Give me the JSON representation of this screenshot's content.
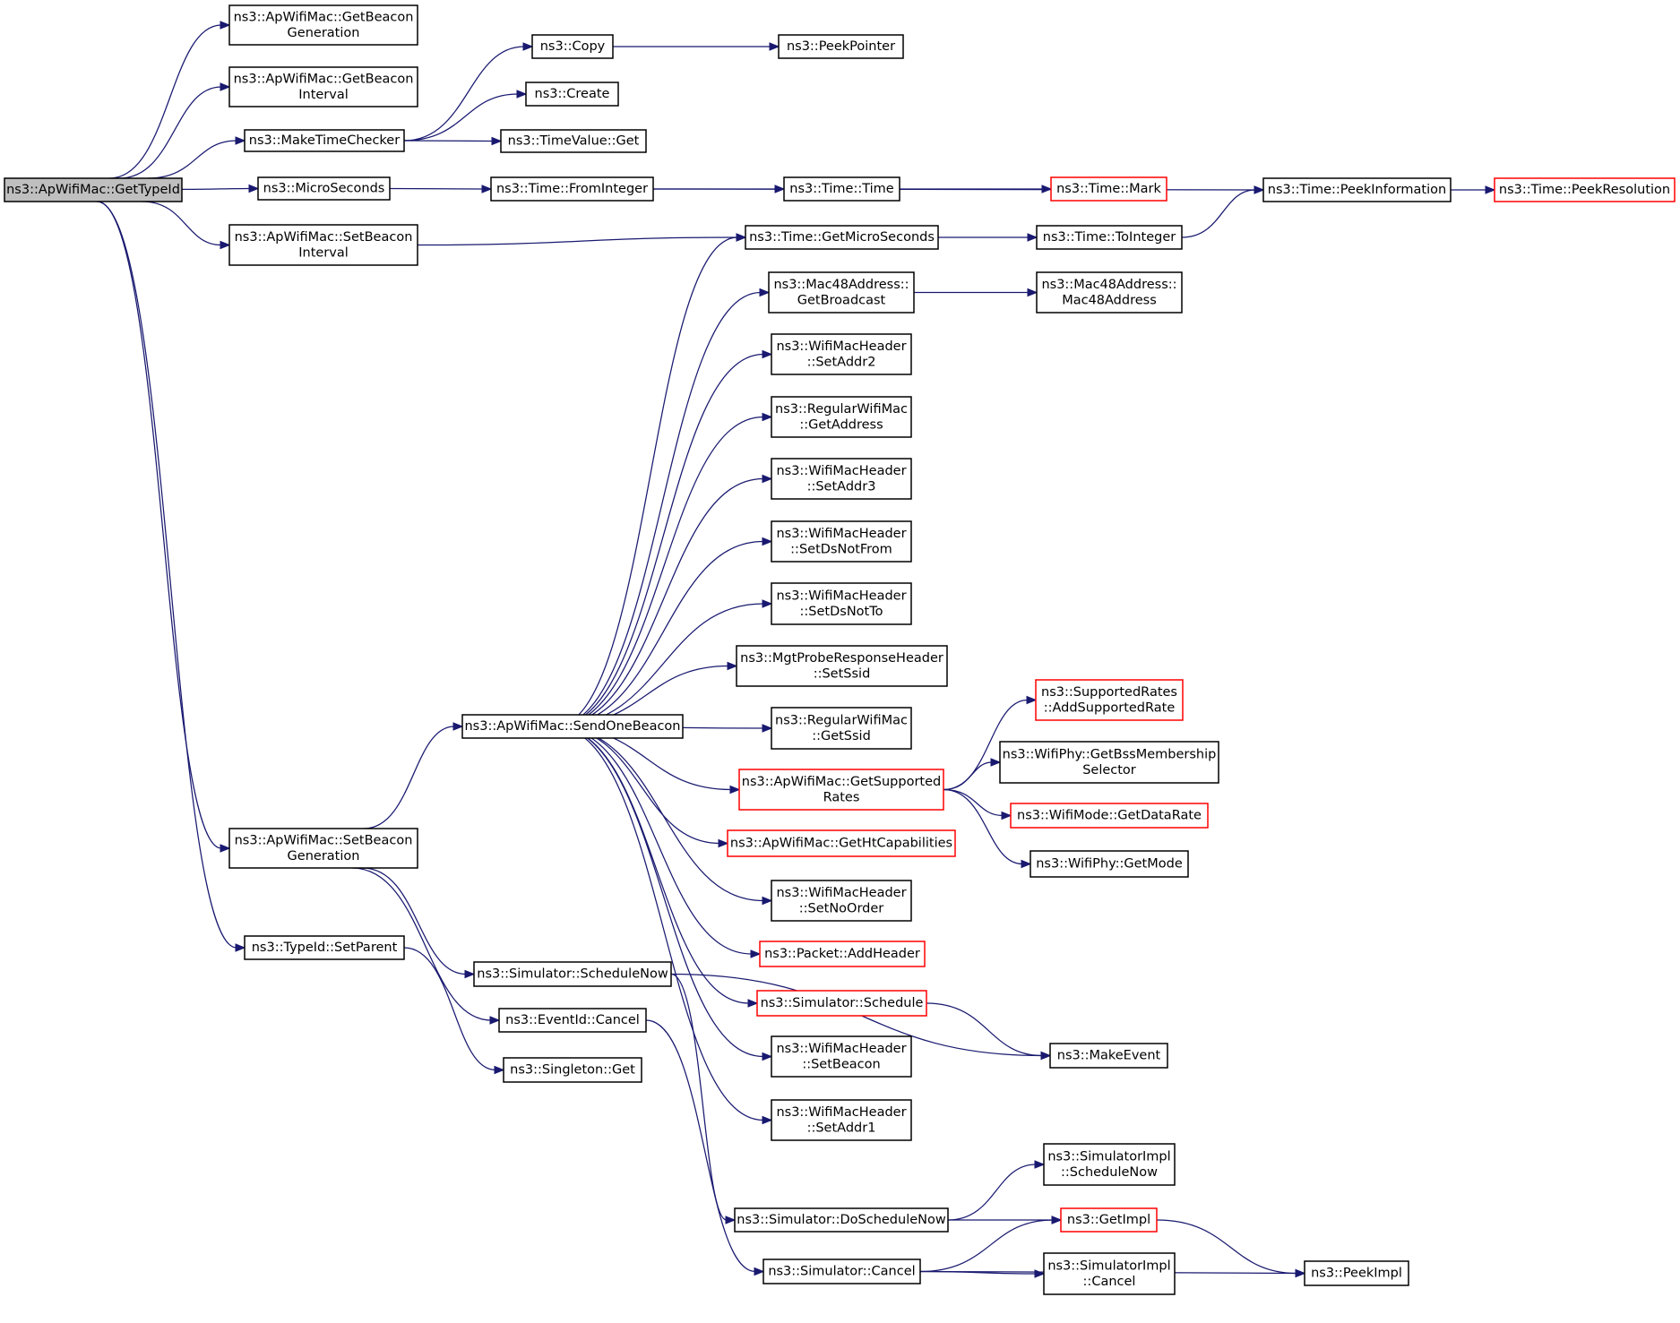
{
  "colors": {
    "edge": "#191970",
    "node_border": "#000000",
    "node_border_truncated": "#ff0000",
    "node_fill": "#ffffff",
    "root_fill": "#bfbfbf"
  },
  "nodes": [
    {
      "id": "root",
      "lines": [
        "ns3::ApWifiMac::GetTypeId"
      ],
      "style": "root"
    },
    {
      "id": "getBeaconGeneration",
      "lines": [
        "ns3::ApWifiMac::GetBeacon",
        "Generation"
      ],
      "style": "normal"
    },
    {
      "id": "getBeaconInterval",
      "lines": [
        "ns3::ApWifiMac::GetBeacon",
        "Interval"
      ],
      "style": "normal"
    },
    {
      "id": "makeTimeChecker",
      "lines": [
        "ns3::MakeTimeChecker"
      ],
      "style": "normal"
    },
    {
      "id": "microSeconds",
      "lines": [
        "ns3::MicroSeconds"
      ],
      "style": "normal"
    },
    {
      "id": "setBeaconInterval",
      "lines": [
        "ns3::ApWifiMac::SetBeacon",
        "Interval"
      ],
      "style": "normal"
    },
    {
      "id": "setBeaconGeneration",
      "lines": [
        "ns3::ApWifiMac::SetBeacon",
        "Generation"
      ],
      "style": "normal"
    },
    {
      "id": "setParent",
      "lines": [
        "ns3::TypeId::SetParent"
      ],
      "style": "normal"
    },
    {
      "id": "copy",
      "lines": [
        "ns3::Copy"
      ],
      "style": "normal"
    },
    {
      "id": "peekPointer",
      "lines": [
        "ns3::PeekPointer"
      ],
      "style": "normal"
    },
    {
      "id": "create",
      "lines": [
        "ns3::Create"
      ],
      "style": "normal"
    },
    {
      "id": "timeValueGet",
      "lines": [
        "ns3::TimeValue::Get"
      ],
      "style": "normal"
    },
    {
      "id": "fromInteger",
      "lines": [
        "ns3::Time::FromInteger"
      ],
      "style": "normal"
    },
    {
      "id": "timeTime",
      "lines": [
        "ns3::Time::Time"
      ],
      "style": "normal"
    },
    {
      "id": "timeMark",
      "lines": [
        "ns3::Time::Mark"
      ],
      "style": "truncated"
    },
    {
      "id": "peekInformation",
      "lines": [
        "ns3::Time::PeekInformation"
      ],
      "style": "normal"
    },
    {
      "id": "peekResolution",
      "lines": [
        "ns3::Time::PeekResolution"
      ],
      "style": "truncated"
    },
    {
      "id": "getMicroSeconds",
      "lines": [
        "ns3::Time::GetMicroSeconds"
      ],
      "style": "normal"
    },
    {
      "id": "toInteger",
      "lines": [
        "ns3::Time::ToInteger"
      ],
      "style": "normal"
    },
    {
      "id": "getBroadcast",
      "lines": [
        "ns3::Mac48Address::",
        "GetBroadcast"
      ],
      "style": "normal"
    },
    {
      "id": "mac48Address",
      "lines": [
        "ns3::Mac48Address::",
        "Mac48Address"
      ],
      "style": "normal"
    },
    {
      "id": "setAddr2",
      "lines": [
        "ns3::WifiMacHeader",
        "::SetAddr2"
      ],
      "style": "normal"
    },
    {
      "id": "regGetAddress",
      "lines": [
        "ns3::RegularWifiMac",
        "::GetAddress"
      ],
      "style": "normal"
    },
    {
      "id": "setAddr3",
      "lines": [
        "ns3::WifiMacHeader",
        "::SetAddr3"
      ],
      "style": "normal"
    },
    {
      "id": "setDsNotFrom",
      "lines": [
        "ns3::WifiMacHeader",
        "::SetDsNotFrom"
      ],
      "style": "normal"
    },
    {
      "id": "setDsNotTo",
      "lines": [
        "ns3::WifiMacHeader",
        "::SetDsNotTo"
      ],
      "style": "normal"
    },
    {
      "id": "setSsid",
      "lines": [
        "ns3::MgtProbeResponseHeader",
        "::SetSsid"
      ],
      "style": "normal"
    },
    {
      "id": "sendOneBeacon",
      "lines": [
        "ns3::ApWifiMac::SendOneBeacon"
      ],
      "style": "normal"
    },
    {
      "id": "regGetSsid",
      "lines": [
        "ns3::RegularWifiMac",
        "::GetSsid"
      ],
      "style": "normal"
    },
    {
      "id": "getSupportedRates",
      "lines": [
        "ns3::ApWifiMac::GetSupported",
        "Rates"
      ],
      "style": "truncated"
    },
    {
      "id": "addSupportedRate",
      "lines": [
        "ns3::SupportedRates",
        "::AddSupportedRate"
      ],
      "style": "truncated"
    },
    {
      "id": "getBssMembership",
      "lines": [
        "ns3::WifiPhy::GetBssMembership",
        "Selector"
      ],
      "style": "normal"
    },
    {
      "id": "getDataRate",
      "lines": [
        "ns3::WifiMode::GetDataRate"
      ],
      "style": "truncated"
    },
    {
      "id": "getMode",
      "lines": [
        "ns3::WifiPhy::GetMode"
      ],
      "style": "normal"
    },
    {
      "id": "getHtCapabilities",
      "lines": [
        "ns3::ApWifiMac::GetHtCapabilities"
      ],
      "style": "truncated"
    },
    {
      "id": "setNoOrder",
      "lines": [
        "ns3::WifiMacHeader",
        "::SetNoOrder"
      ],
      "style": "normal"
    },
    {
      "id": "addHeader",
      "lines": [
        "ns3::Packet::AddHeader"
      ],
      "style": "truncated"
    },
    {
      "id": "schedule",
      "lines": [
        "ns3::Simulator::Schedule"
      ],
      "style": "truncated"
    },
    {
      "id": "makeEvent",
      "lines": [
        "ns3::MakeEvent"
      ],
      "style": "normal"
    },
    {
      "id": "setBeacon",
      "lines": [
        "ns3::WifiMacHeader",
        "::SetBeacon"
      ],
      "style": "normal"
    },
    {
      "id": "setAddr1",
      "lines": [
        "ns3::WifiMacHeader",
        "::SetAddr1"
      ],
      "style": "normal"
    },
    {
      "id": "scheduleNow",
      "lines": [
        "ns3::Simulator::ScheduleNow"
      ],
      "style": "normal"
    },
    {
      "id": "eventIdCancel",
      "lines": [
        "ns3::EventId::Cancel"
      ],
      "style": "normal"
    },
    {
      "id": "singletonGet",
      "lines": [
        "ns3::Singleton::Get"
      ],
      "style": "normal"
    },
    {
      "id": "implScheduleNow",
      "lines": [
        "ns3::SimulatorImpl",
        "::ScheduleNow"
      ],
      "style": "normal"
    },
    {
      "id": "doScheduleNow",
      "lines": [
        "ns3::Simulator::DoScheduleNow"
      ],
      "style": "normal"
    },
    {
      "id": "getImpl",
      "lines": [
        "ns3::GetImpl"
      ],
      "style": "truncated"
    },
    {
      "id": "simCancel",
      "lines": [
        "ns3::Simulator::Cancel"
      ],
      "style": "normal"
    },
    {
      "id": "implCancel",
      "lines": [
        "ns3::SimulatorImpl",
        "::Cancel"
      ],
      "style": "normal"
    },
    {
      "id": "peekImpl",
      "lines": [
        "ns3::PeekImpl"
      ],
      "style": "normal"
    }
  ],
  "edges": [
    [
      "root",
      "getBeaconGeneration"
    ],
    [
      "root",
      "getBeaconInterval"
    ],
    [
      "root",
      "makeTimeChecker"
    ],
    [
      "root",
      "microSeconds"
    ],
    [
      "root",
      "setBeaconInterval"
    ],
    [
      "root",
      "setBeaconGeneration"
    ],
    [
      "root",
      "setParent"
    ],
    [
      "makeTimeChecker",
      "copy"
    ],
    [
      "makeTimeChecker",
      "create"
    ],
    [
      "makeTimeChecker",
      "timeValueGet"
    ],
    [
      "copy",
      "peekPointer"
    ],
    [
      "microSeconds",
      "fromInteger"
    ],
    [
      "fromInteger",
      "timeTime"
    ],
    [
      "fromInteger",
      "peekInformation"
    ],
    [
      "timeTime",
      "timeMark"
    ],
    [
      "peekInformation",
      "peekResolution"
    ],
    [
      "setBeaconInterval",
      "getMicroSeconds"
    ],
    [
      "getMicroSeconds",
      "toInteger"
    ],
    [
      "toInteger",
      "peekInformation"
    ],
    [
      "getBroadcast",
      "mac48Address"
    ],
    [
      "setBeaconGeneration",
      "sendOneBeacon"
    ],
    [
      "setBeaconGeneration",
      "scheduleNow"
    ],
    [
      "setBeaconGeneration",
      "eventIdCancel"
    ],
    [
      "sendOneBeacon",
      "getMicroSeconds"
    ],
    [
      "sendOneBeacon",
      "getBroadcast"
    ],
    [
      "sendOneBeacon",
      "setAddr2"
    ],
    [
      "sendOneBeacon",
      "regGetAddress"
    ],
    [
      "sendOneBeacon",
      "setAddr3"
    ],
    [
      "sendOneBeacon",
      "setDsNotFrom"
    ],
    [
      "sendOneBeacon",
      "setDsNotTo"
    ],
    [
      "sendOneBeacon",
      "setSsid"
    ],
    [
      "sendOneBeacon",
      "regGetSsid"
    ],
    [
      "sendOneBeacon",
      "getSupportedRates"
    ],
    [
      "sendOneBeacon",
      "getHtCapabilities"
    ],
    [
      "sendOneBeacon",
      "setNoOrder"
    ],
    [
      "sendOneBeacon",
      "addHeader"
    ],
    [
      "sendOneBeacon",
      "schedule"
    ],
    [
      "sendOneBeacon",
      "setBeacon"
    ],
    [
      "sendOneBeacon",
      "setAddr1"
    ],
    [
      "getSupportedRates",
      "addSupportedRate"
    ],
    [
      "getSupportedRates",
      "getBssMembership"
    ],
    [
      "getSupportedRates",
      "getDataRate"
    ],
    [
      "getSupportedRates",
      "getMode"
    ],
    [
      "schedule",
      "makeEvent"
    ],
    [
      "scheduleNow",
      "makeEvent"
    ],
    [
      "scheduleNow",
      "doScheduleNow"
    ],
    [
      "eventIdCancel",
      "simCancel"
    ],
    [
      "setParent",
      "singletonGet"
    ],
    [
      "doScheduleNow",
      "implScheduleNow"
    ],
    [
      "doScheduleNow",
      "getImpl"
    ],
    [
      "simCancel",
      "getImpl"
    ],
    [
      "simCancel",
      "implCancel"
    ],
    [
      "simCancel",
      "peekImpl"
    ],
    [
      "getImpl",
      "peekImpl"
    ]
  ]
}
